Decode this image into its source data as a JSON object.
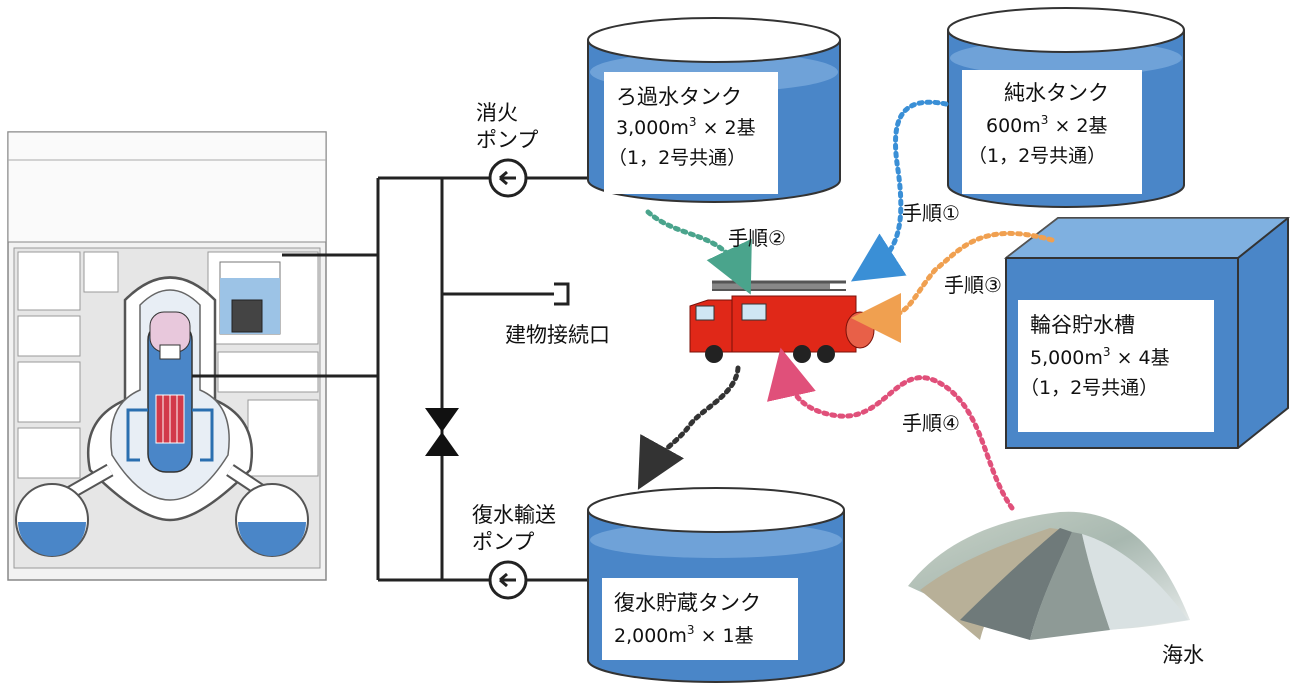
{
  "colors": {
    "water": "#4a86c8",
    "water_light": "#9cc3e6",
    "pipe": "#222222",
    "step1": "#3a8fd6",
    "step2": "#4aa48c",
    "step3": "#f0a050",
    "step4": "#e0507a",
    "black_arrow": "#333333",
    "truck": "#e02818"
  },
  "pumps": {
    "fire_pump": {
      "line1": "消火",
      "line2": "ポンプ"
    },
    "condensate_pump": {
      "line1": "復水輸送",
      "line2": "ポンプ"
    }
  },
  "building_connection": "建物接続口",
  "tanks": {
    "filtered": {
      "name": "ろ過水タンク",
      "capacity_pre": "3,000m",
      "capacity_sup": "3",
      "capacity_post": " × 2基",
      "note": "（1，2号共通）"
    },
    "pure": {
      "name": "純水タンク",
      "capacity_pre": "600m",
      "capacity_sup": "3",
      "capacity_post": " × 2基",
      "note": "（1，2号共通）"
    },
    "reservoir": {
      "name": "輪谷貯水槽",
      "capacity_pre": "5,000m",
      "capacity_sup": "3",
      "capacity_post": " × 4基",
      "note": "（1，2号共通）"
    },
    "condensate": {
      "name": "復水貯蔵タンク",
      "capacity_pre": "2,000m",
      "capacity_sup": "3",
      "capacity_post": " × 1基"
    }
  },
  "steps": {
    "step1": "手順①",
    "step2": "手順②",
    "step3": "手順③",
    "step4": "手順④"
  },
  "seawater": "海水",
  "icons": [
    "reactor-building",
    "pump-icon",
    "gate-valve-icon",
    "fire-truck-icon",
    "seawater-photo"
  ]
}
